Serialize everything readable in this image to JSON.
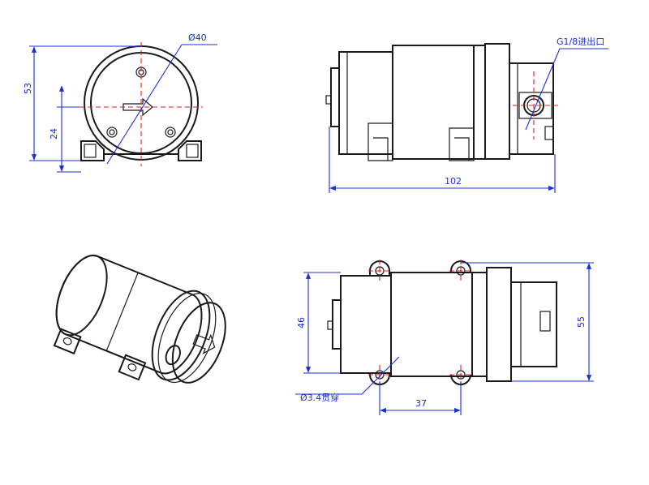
{
  "colors": {
    "outline": "#1a1a1a",
    "dimension": "#1a2fd6",
    "centerline": "#e02020",
    "background": "#ffffff"
  },
  "front_view": {
    "diameter_label": "Ø40",
    "height_label": "53",
    "center_height_label": "24"
  },
  "side_view": {
    "port_label": "G1/8进出口",
    "length_label": "102"
  },
  "top_view": {
    "width_label": "46",
    "overall_width_label": "55",
    "hole_spacing_label": "37",
    "hole_label": "Ø3.4贯穿"
  }
}
